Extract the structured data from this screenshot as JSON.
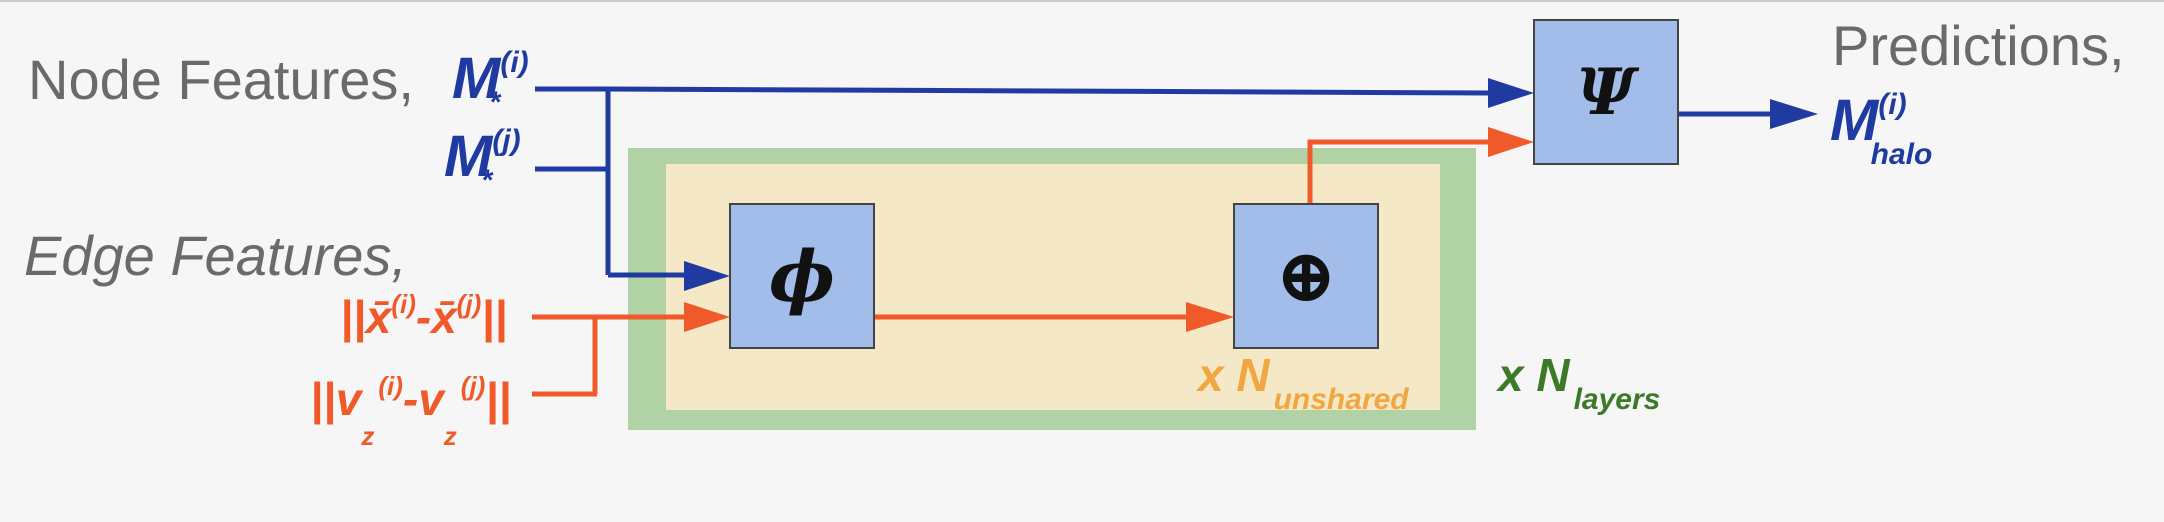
{
  "labels": {
    "node_features": "Node Features,",
    "edge_features": "Edge Features,",
    "predictions": "Predictions,",
    "m_symbol": "M",
    "sub_star": "*",
    "sup_i": "(i)",
    "sup_j": "(j)",
    "sub_halo": "halo",
    "edge_dist_i": "||x̄",
    "edge_dist_mid": "-x̄",
    "edge_dist_end": "||",
    "edge_vel_i": "||v",
    "edge_vel_mid": "-v",
    "edge_vel_end": "||",
    "sub_z": "z",
    "phi": "ϕ",
    "psi": "Ψ",
    "oplus": "⊕",
    "n_unshared_prefix": "x N",
    "n_unshared_sub": "unshared",
    "n_layers_prefix": "x N",
    "n_layers_sub": "layers"
  },
  "colors": {
    "node_blue": "#1f3aa0",
    "edge_orange": "#f05a2a",
    "box_fill": "#a3bdea",
    "inner_fill": "#f5e8c6",
    "outer_fill": "#b1d2a4",
    "unshared_orange": "#f2a640",
    "layers_green": "#3c7a2a"
  }
}
